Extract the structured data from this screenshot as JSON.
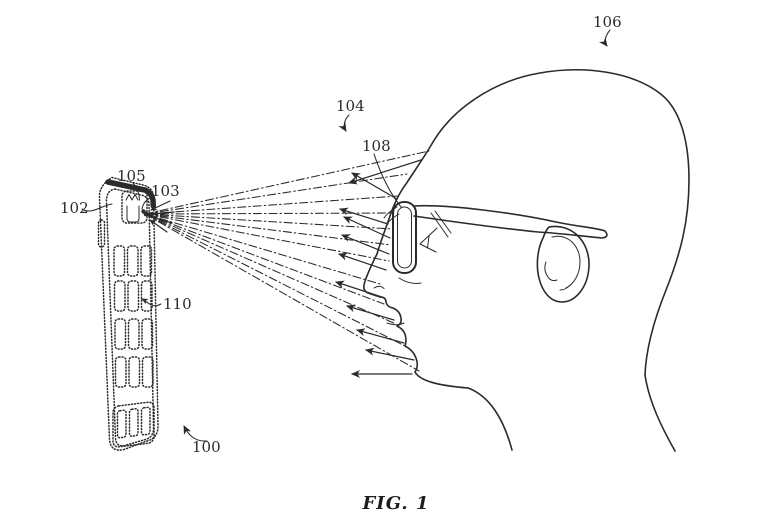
{
  "figure": {
    "caption": "FIG. 1",
    "ink_color": "#2b2b2b",
    "background_color": "#ffffff",
    "reference_labels": {
      "phone": "100",
      "phone_edge": "102",
      "sensor": "103",
      "light_pattern": "104",
      "sensor_module": "105",
      "head": "106",
      "glasses": "108",
      "app_icon": "110"
    }
  }
}
